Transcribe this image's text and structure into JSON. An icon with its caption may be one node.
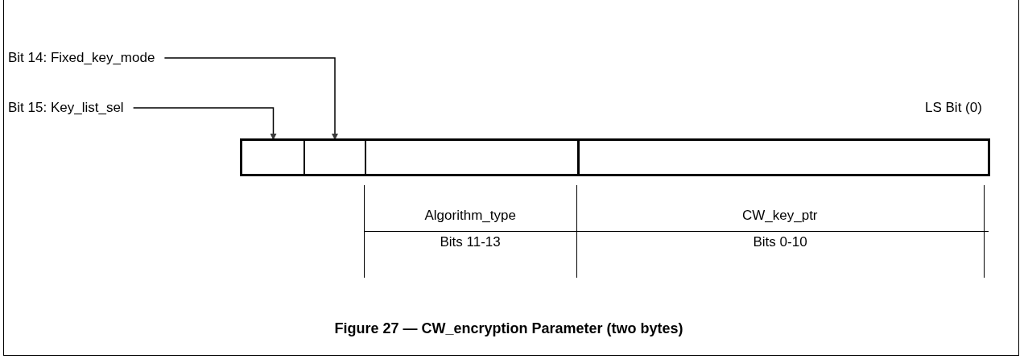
{
  "diagram": {
    "caption": "Figure 27 — CW_encryption Parameter (two bytes)",
    "nodes": [
      {
        "text": [
          "Bit 14: Fixed_key_mode"
        ]
      },
      {
        "text": [
          "Bit 15: Key_list_sel"
        ]
      },
      {
        "text": [],
        "shape": "bar"
      },
      {
        "text": [],
        "shape": "box",
        "in": 2
      },
      {
        "text": [],
        "shape": "box",
        "in": 2
      },
      {
        "text": [],
        "shape": "box",
        "in": 2
      },
      {
        "text": [],
        "shape": "box",
        "in": 2
      }
    ],
    "edges": [
      {
        "from": 1,
        "to": 3,
        "arrow": "to"
      },
      {
        "from": 0,
        "to": 4,
        "arrow": "to"
      }
    ],
    "labels": [
      "LS Bit (0)",
      "Algorithm_type",
      "Bits 11-13",
      "CW_key_ptr",
      "Bits 0-10"
    ]
  }
}
